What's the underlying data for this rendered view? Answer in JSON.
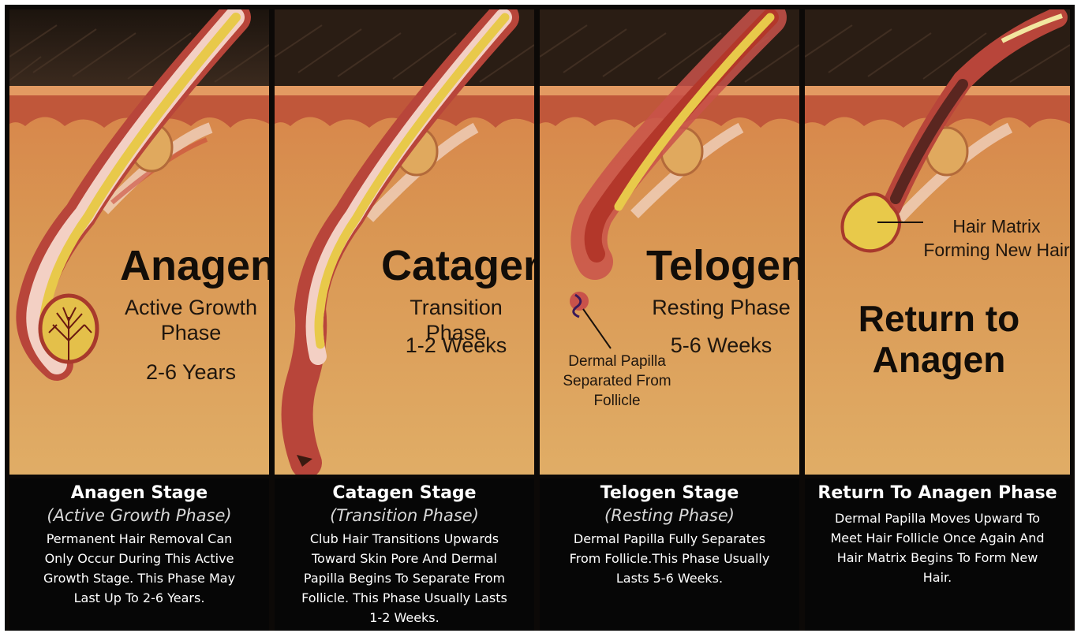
{
  "panels": [
    {
      "title": "Anagen",
      "subtitle_lines": [
        "Active Growth",
        "Phase"
      ],
      "duration": "2-6 Years",
      "caption": {
        "title": "Anagen Stage",
        "subtitle": "(Active Growth Phase)",
        "body": [
          "Permanent Hair Removal Can",
          "Only Occur During This Active",
          "Growth Stage. This Phase May",
          "Last Up To 2-6 Years."
        ]
      }
    },
    {
      "title": "Catagen",
      "subtitle_lines": [
        "Transition Phase"
      ],
      "duration": "1-2 Weeks",
      "caption": {
        "title": "Catagen Stage",
        "subtitle": "(Transition Phase)",
        "body": [
          "Club Hair Transitions Upwards",
          "Toward Skin Pore And Dermal",
          "Papilla Begins To Separate From",
          "Follicle. This Phase Usually Lasts",
          "1-2 Weeks."
        ]
      }
    },
    {
      "title": "Telogen",
      "subtitle_lines": [
        "Resting Phase"
      ],
      "duration": "5-6 Weeks",
      "annotation_lines": [
        "Dermal Papilla",
        "Separated From",
        "Follicle"
      ],
      "caption": {
        "title": "Telogen Stage",
        "subtitle": "(Resting Phase)",
        "body": [
          "Dermal Papilla Fully Separates",
          "From Follicle.This Phase Usually",
          "Lasts 5-6 Weeks."
        ]
      }
    },
    {
      "title_lines": [
        "Return to",
        "Anagen"
      ],
      "annotation_lines": [
        "Hair Matrix",
        "Forming New Hair"
      ],
      "caption": {
        "title": "Return To Anagen Phase",
        "body": [
          "Dermal Papilla Moves Upward To",
          "Meet Hair Follicle Once Again And",
          "Hair Matrix Begins To Form New",
          "Hair."
        ]
      }
    }
  ]
}
